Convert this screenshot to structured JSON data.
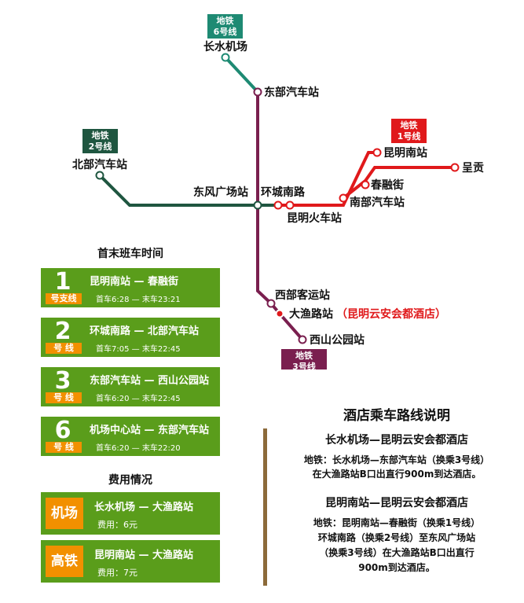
{
  "lines": {
    "line6": {
      "badge_1": "地铁",
      "badge_2": "6号线",
      "color": "#1e8a73"
    },
    "line2": {
      "badge_1": "地铁",
      "badge_2": "2号线",
      "color": "#1f5640"
    },
    "line1": {
      "badge_1": "地铁",
      "badge_2": "1号线",
      "color": "#e0191b"
    },
    "line3": {
      "badge_1": "地铁",
      "badge_2": "3号线",
      "color": "#7a1f4f"
    }
  },
  "stations": {
    "changshui": "长水机场",
    "dongbu": "东部汽车站",
    "beibu": "北部汽车站",
    "dongfeng": "东风广场站",
    "huancheng": "环城南路",
    "kunming_huoche": "昆明火车站",
    "kunming_nan": "昆明南站",
    "chenggong": "呈贡",
    "chunrong": "春融街",
    "nanbu": "南部汽车站",
    "xibu_keyun": "西部客运站",
    "dayu": "大渔路站",
    "hotel": "（昆明云安会都酒店）",
    "xishan": "西山公园站"
  },
  "schedule": {
    "title": "首末班车时间",
    "items": [
      {
        "num": "1",
        "tag": "号支线",
        "route": "昆明南站 — 春融街",
        "times": "首车6:28 — 末车23:21"
      },
      {
        "num": "2",
        "tag": "号 线",
        "route": "环城南路 — 北部汽车站",
        "times": "首车7:05 — 末车22:45"
      },
      {
        "num": "3",
        "tag": "号 线",
        "route": "东部汽车站 — 西山公园站",
        "times": "首车6:20 — 末车22:45"
      },
      {
        "num": "6",
        "tag": "号 线",
        "route": "机场中心站 — 东部汽车站",
        "times": "首车6:20 — 末车22:20"
      }
    ]
  },
  "fees": {
    "title": "费用情况",
    "items": [
      {
        "tag": "机场",
        "route": "长水机场 — 大渔路站",
        "fee": "费用：6元"
      },
      {
        "tag": "高铁",
        "route": "昆明南站 — 大渔路站",
        "fee": "费用：7元"
      }
    ]
  },
  "guide": {
    "title": "酒店乘车路线说明",
    "routes": [
      {
        "heading": "长水机场—昆明云安会都酒店",
        "lines": [
          "地铁：长水机场—东部汽车站（换乘3号线）",
          "在大渔路站B口出直行900m到达酒店。"
        ]
      },
      {
        "heading": "昆明南站—昆明云安会都酒店",
        "lines": [
          "地铁：昆明南站—春融街（换乘1号线）",
          "环城南路（换乘2号线）至东风广场站",
          "（换乘3号线）在大渔路站B口出直行",
          "900m到达酒店。"
        ]
      }
    ]
  },
  "colors": {
    "card_green": "#5a9d1b",
    "tag_orange": "#f29000",
    "divider_brown": "#8c6a3a"
  }
}
